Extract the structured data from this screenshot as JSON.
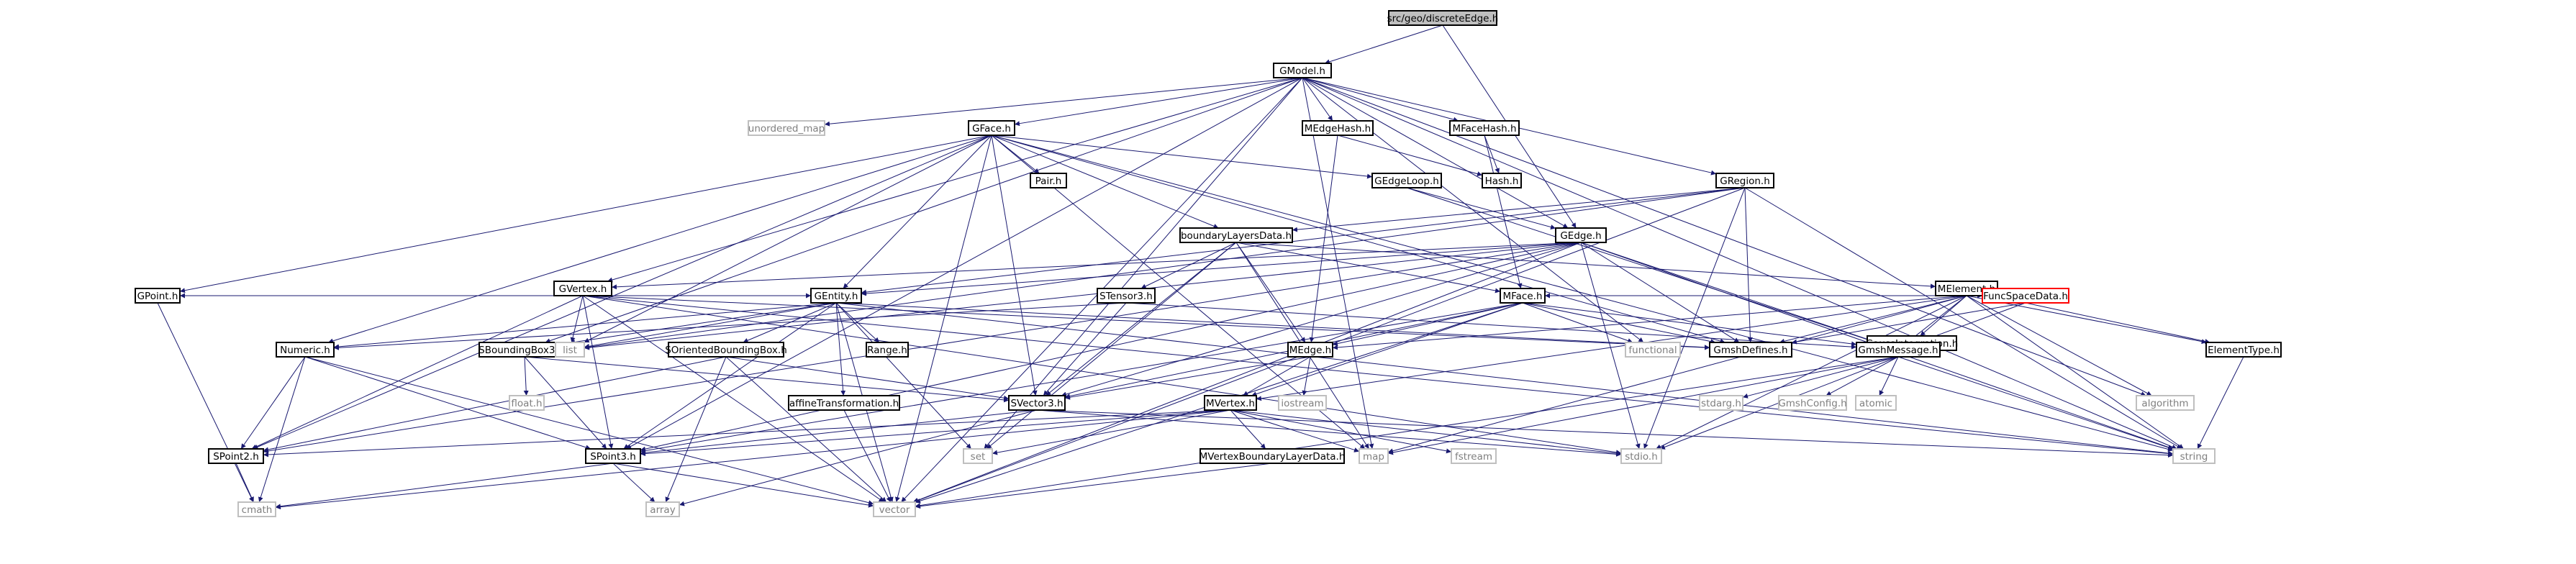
{
  "colors": {
    "edge": "#191970",
    "node_border": "#000000",
    "node_fill": "#ffffff",
    "root_fill": "#bfbfbf",
    "external_border": "#bfbfbf",
    "external_text": "#7f7f7f",
    "red_border": "#ff0000"
  },
  "graph": {
    "nodes": [
      {
        "id": "discreteEdge",
        "label": "src/geo/discreteEdge.h",
        "style": "root"
      },
      {
        "id": "GModel",
        "label": "GModel.h",
        "style": "normal"
      },
      {
        "id": "unordered_map",
        "label": "unordered_map",
        "style": "external"
      },
      {
        "id": "GFace",
        "label": "GFace.h",
        "style": "normal"
      },
      {
        "id": "MEdgeHash",
        "label": "MEdgeHash.h",
        "style": "normal"
      },
      {
        "id": "MFaceHash",
        "label": "MFaceHash.h",
        "style": "normal"
      },
      {
        "id": "Pair",
        "label": "Pair.h",
        "style": "normal"
      },
      {
        "id": "GEdgeLoop",
        "label": "GEdgeLoop.h",
        "style": "normal"
      },
      {
        "id": "Hash",
        "label": "Hash.h",
        "style": "normal"
      },
      {
        "id": "GRegion",
        "label": "GRegion.h",
        "style": "normal"
      },
      {
        "id": "boundaryLayersData",
        "label": "boundaryLayersData.h",
        "style": "normal"
      },
      {
        "id": "GEdge",
        "label": "GEdge.h",
        "style": "normal"
      },
      {
        "id": "GVertex",
        "label": "GVertex.h",
        "style": "normal"
      },
      {
        "id": "MElement",
        "label": "MElement.h",
        "style": "normal"
      },
      {
        "id": "GPoint",
        "label": "GPoint.h",
        "style": "normal"
      },
      {
        "id": "GEntity",
        "label": "GEntity.h",
        "style": "normal"
      },
      {
        "id": "STensor3",
        "label": "STensor3.h",
        "style": "normal"
      },
      {
        "id": "MFace",
        "label": "MFace.h",
        "style": "normal"
      },
      {
        "id": "GaussIntegration",
        "label": "GaussIntegration.h",
        "style": "normal"
      },
      {
        "id": "FuncSpaceData",
        "label": "FuncSpaceData.h",
        "style": "red"
      },
      {
        "id": "Numeric",
        "label": "Numeric.h",
        "style": "normal"
      },
      {
        "id": "SBoundingBox3d",
        "label": "SBoundingBox3d.h",
        "style": "normal"
      },
      {
        "id": "list",
        "label": "list",
        "style": "external"
      },
      {
        "id": "SOrientedBoundingBox",
        "label": "SOrientedBoundingBox.h",
        "style": "normal"
      },
      {
        "id": "Range",
        "label": "Range.h",
        "style": "normal"
      },
      {
        "id": "MEdge",
        "label": "MEdge.h",
        "style": "normal"
      },
      {
        "id": "functional",
        "label": "functional",
        "style": "external"
      },
      {
        "id": "GmshDefines",
        "label": "GmshDefines.h",
        "style": "normal"
      },
      {
        "id": "GmshMessage",
        "label": "GmshMessage.h",
        "style": "normal"
      },
      {
        "id": "ElementType",
        "label": "ElementType.h",
        "style": "normal"
      },
      {
        "id": "float",
        "label": "float.h",
        "style": "external"
      },
      {
        "id": "affineTransformation",
        "label": "affineTransformation.h",
        "style": "normal"
      },
      {
        "id": "SVector3",
        "label": "SVector3.h",
        "style": "normal"
      },
      {
        "id": "MVertex",
        "label": "MVertex.h",
        "style": "normal"
      },
      {
        "id": "iostream",
        "label": "iostream",
        "style": "external"
      },
      {
        "id": "stdarg",
        "label": "stdarg.h",
        "style": "external"
      },
      {
        "id": "GmshConfig",
        "label": "GmshConfig.h",
        "style": "external"
      },
      {
        "id": "atomic",
        "label": "atomic",
        "style": "external"
      },
      {
        "id": "algorithm",
        "label": "algorithm",
        "style": "external"
      },
      {
        "id": "SPoint2",
        "label": "SPoint2.h",
        "style": "normal"
      },
      {
        "id": "SPoint3",
        "label": "SPoint3.h",
        "style": "normal"
      },
      {
        "id": "set",
        "label": "set",
        "style": "external"
      },
      {
        "id": "MVertexBoundaryLayerData",
        "label": "MVertexBoundaryLayerData.h",
        "style": "normal"
      },
      {
        "id": "map",
        "label": "map",
        "style": "external"
      },
      {
        "id": "fstream",
        "label": "fstream",
        "style": "external"
      },
      {
        "id": "stdio",
        "label": "stdio.h",
        "style": "external"
      },
      {
        "id": "string",
        "label": "string",
        "style": "external"
      },
      {
        "id": "cmath",
        "label": "cmath",
        "style": "external"
      },
      {
        "id": "array",
        "label": "array",
        "style": "external"
      },
      {
        "id": "vector",
        "label": "vector",
        "style": "external"
      }
    ],
    "edges": [
      [
        "discreteEdge",
        "GModel"
      ],
      [
        "discreteEdge",
        "GEdge"
      ],
      [
        "GModel",
        "unordered_map"
      ],
      [
        "GModel",
        "GFace"
      ],
      [
        "GModel",
        "MEdgeHash"
      ],
      [
        "GModel",
        "MFaceHash"
      ],
      [
        "GModel",
        "GRegion"
      ],
      [
        "GModel",
        "GEdge"
      ],
      [
        "GModel",
        "GVertex"
      ],
      [
        "GModel",
        "SBoundingBox3d"
      ],
      [
        "GModel",
        "SPoint3"
      ],
      [
        "GModel",
        "vector"
      ],
      [
        "GModel",
        "map"
      ],
      [
        "GModel",
        "set"
      ],
      [
        "GModel",
        "functional"
      ],
      [
        "GModel",
        "string"
      ],
      [
        "GModel",
        "algorithm"
      ],
      [
        "GFace",
        "Pair"
      ],
      [
        "GFace",
        "GEdgeLoop"
      ],
      [
        "GFace",
        "boundaryLayersData"
      ],
      [
        "GFace",
        "GEntity"
      ],
      [
        "GFace",
        "GPoint"
      ],
      [
        "GFace",
        "Numeric"
      ],
      [
        "GFace",
        "SPoint2"
      ],
      [
        "GFace",
        "SVector3"
      ],
      [
        "GFace",
        "list"
      ],
      [
        "GFace",
        "GmshDefines"
      ],
      [
        "GFace",
        "map"
      ],
      [
        "GFace",
        "vector"
      ],
      [
        "GFace",
        "string"
      ],
      [
        "MEdgeHash",
        "Hash"
      ],
      [
        "MEdgeHash",
        "MEdge"
      ],
      [
        "MFaceHash",
        "Hash"
      ],
      [
        "MFaceHash",
        "MFace"
      ],
      [
        "GEdgeLoop",
        "GEdge"
      ],
      [
        "GEdgeLoop",
        "GmshMessage"
      ],
      [
        "GRegion",
        "GEntity"
      ],
      [
        "GRegion",
        "boundaryLayersData"
      ],
      [
        "GRegion",
        "GmshDefines"
      ],
      [
        "GRegion",
        "list"
      ],
      [
        "GRegion",
        "string"
      ],
      [
        "GRegion",
        "vector"
      ],
      [
        "GRegion",
        "stdio"
      ],
      [
        "boundaryLayersData",
        "STensor3"
      ],
      [
        "boundaryLayersData",
        "MElement"
      ],
      [
        "boundaryLayersData",
        "MEdge"
      ],
      [
        "boundaryLayersData",
        "MFace"
      ],
      [
        "boundaryLayersData",
        "SVector3"
      ],
      [
        "boundaryLayersData",
        "set"
      ],
      [
        "boundaryLayersData",
        "map"
      ],
      [
        "GEdge",
        "GVertex"
      ],
      [
        "GEdge",
        "GEntity"
      ],
      [
        "GEdge",
        "SPoint2"
      ],
      [
        "GEdge",
        "SPoint3"
      ],
      [
        "GEdge",
        "SVector3"
      ],
      [
        "GEdge",
        "GmshDefines"
      ],
      [
        "GEdge",
        "GmshMessage"
      ],
      [
        "GEdge",
        "list"
      ],
      [
        "GEdge",
        "string"
      ],
      [
        "GEdge",
        "vector"
      ],
      [
        "GEdge",
        "stdio"
      ],
      [
        "GVertex",
        "GEntity"
      ],
      [
        "GVertex",
        "GPoint"
      ],
      [
        "GVertex",
        "SPoint2"
      ],
      [
        "GVertex",
        "SPoint3"
      ],
      [
        "GVertex",
        "list"
      ],
      [
        "GVertex",
        "string"
      ],
      [
        "GVertex",
        "stdio"
      ],
      [
        "GVertex",
        "vector"
      ],
      [
        "GVertex",
        "GmshDefines"
      ],
      [
        "MElement",
        "MFace"
      ],
      [
        "MElement",
        "MEdge"
      ],
      [
        "MElement",
        "MVertex"
      ],
      [
        "MElement",
        "GaussIntegration"
      ],
      [
        "MElement",
        "FuncSpaceData"
      ],
      [
        "MElement",
        "ElementType"
      ],
      [
        "MElement",
        "GmshMessage"
      ],
      [
        "MElement",
        "GmshDefines"
      ],
      [
        "MElement",
        "algorithm"
      ],
      [
        "MElement",
        "string"
      ],
      [
        "MElement",
        "map"
      ],
      [
        "MElement",
        "stdio"
      ],
      [
        "GPoint",
        "cmath"
      ],
      [
        "GEntity",
        "Numeric"
      ],
      [
        "GEntity",
        "SBoundingBox3d"
      ],
      [
        "GEntity",
        "SOrientedBoundingBox"
      ],
      [
        "GEntity",
        "Range"
      ],
      [
        "GEntity",
        "affineTransformation"
      ],
      [
        "GEntity",
        "list"
      ],
      [
        "GEntity",
        "set"
      ],
      [
        "GEntity",
        "string"
      ],
      [
        "GEntity",
        "vector"
      ],
      [
        "GEntity",
        "GmshDefines"
      ],
      [
        "GEntity",
        "SPoint3"
      ],
      [
        "STensor3",
        "SVector3"
      ],
      [
        "STensor3",
        "Numeric"
      ],
      [
        "STensor3",
        "GmshMessage"
      ],
      [
        "MFace",
        "MEdge"
      ],
      [
        "MFace",
        "MVertex"
      ],
      [
        "MFace",
        "SVector3"
      ],
      [
        "MFace",
        "GmshMessage"
      ],
      [
        "MFace",
        "GmshDefines"
      ],
      [
        "MFace",
        "functional"
      ],
      [
        "MFace",
        "vector"
      ],
      [
        "MFace",
        "SPoint3"
      ],
      [
        "FuncSpaceData",
        "GmshDefines"
      ],
      [
        "FuncSpaceData",
        "GmshMessage"
      ],
      [
        "FuncSpaceData",
        "ElementType"
      ],
      [
        "Numeric",
        "SPoint2"
      ],
      [
        "Numeric",
        "SPoint3"
      ],
      [
        "Numeric",
        "cmath"
      ],
      [
        "Numeric",
        "vector"
      ],
      [
        "SBoundingBox3d",
        "float"
      ],
      [
        "SBoundingBox3d",
        "SPoint3"
      ],
      [
        "SBoundingBox3d",
        "SVector3"
      ],
      [
        "SOrientedBoundingBox",
        "SVector3"
      ],
      [
        "SOrientedBoundingBox",
        "SPoint2"
      ],
      [
        "SOrientedBoundingBox",
        "vector"
      ],
      [
        "SOrientedBoundingBox",
        "array"
      ],
      [
        "MEdge",
        "MVertex"
      ],
      [
        "MEdge",
        "SVector3"
      ],
      [
        "MEdge",
        "iostream"
      ],
      [
        "GmshMessage",
        "map"
      ],
      [
        "GmshMessage",
        "vector"
      ],
      [
        "GmshMessage",
        "string"
      ],
      [
        "GmshMessage",
        "stdarg"
      ],
      [
        "GmshMessage",
        "GmshConfig"
      ],
      [
        "GmshMessage",
        "atomic"
      ],
      [
        "GmshMessage",
        "stdio"
      ],
      [
        "ElementType",
        "string"
      ],
      [
        "affineTransformation",
        "vector"
      ],
      [
        "SVector3",
        "SPoint3"
      ],
      [
        "SVector3",
        "string"
      ],
      [
        "SVector3",
        "stdio"
      ],
      [
        "SVector3",
        "array"
      ],
      [
        "MVertex",
        "SPoint2"
      ],
      [
        "MVertex",
        "SPoint3"
      ],
      [
        "MVertex",
        "MVertexBoundaryLayerData"
      ],
      [
        "MVertex",
        "set"
      ],
      [
        "MVertex",
        "map"
      ],
      [
        "MVertex",
        "fstream"
      ],
      [
        "MVertex",
        "stdio"
      ],
      [
        "MVertex",
        "cmath"
      ],
      [
        "MVertexBoundaryLayerData",
        "vector"
      ],
      [
        "SPoint2",
        "cmath"
      ],
      [
        "SPoint3",
        "cmath"
      ],
      [
        "SPoint3",
        "array"
      ],
      [
        "SPoint3",
        "vector"
      ]
    ]
  }
}
